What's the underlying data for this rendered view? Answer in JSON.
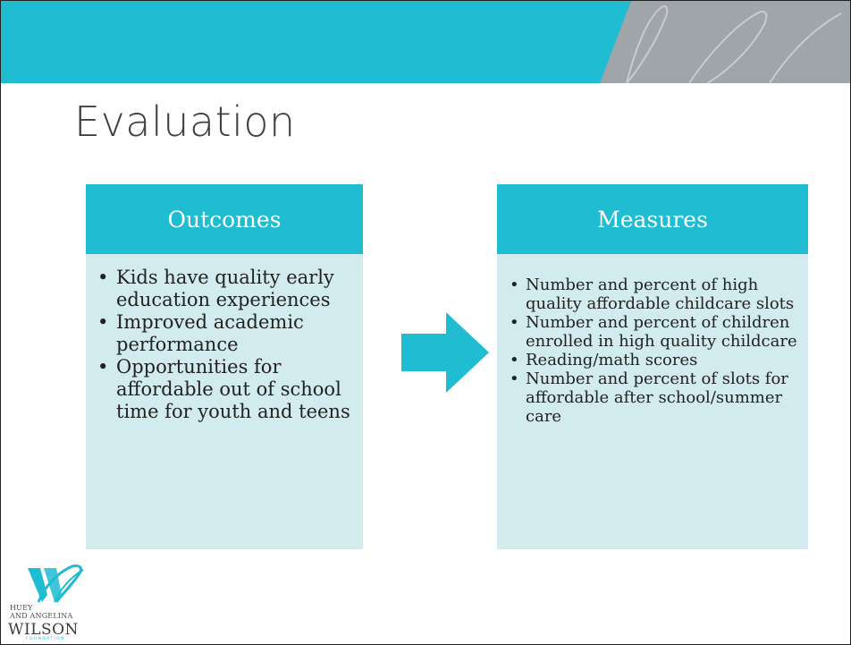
{
  "slide": {
    "title": "Evaluation"
  },
  "columns": {
    "outcomes": {
      "header": "Outcomes",
      "items": [
        {
          "text": "Kids have quality early education experiences"
        },
        {
          "text": "Improved academic performance"
        },
        {
          "text": "Opportunities for affordable out of school time for youth and teens"
        }
      ]
    },
    "measures": {
      "header": "Measures",
      "items": [
        {
          "text": "Number and percent of high quality affordable childcare slots"
        },
        {
          "text": "Number and percent of children enrolled in high quality childcare"
        },
        {
          "text": "Reading/math scores"
        },
        {
          "text": "Number and percent of slots for affordable after school/summer care"
        }
      ]
    }
  },
  "logo": {
    "line1": "HUEY",
    "line2": "AND ANGELINA",
    "line3": "WILSON",
    "line4": "FOUNDATION"
  },
  "colors": {
    "accent": "#1fbcd2",
    "panel": "#d2ebef",
    "band_gray": "#9fa5a9",
    "title": "#404040"
  },
  "icons": {
    "arrow": "right-arrow-icon",
    "logo_mark": "w-logo-icon",
    "decorative_w": "w-watermark-icon"
  }
}
